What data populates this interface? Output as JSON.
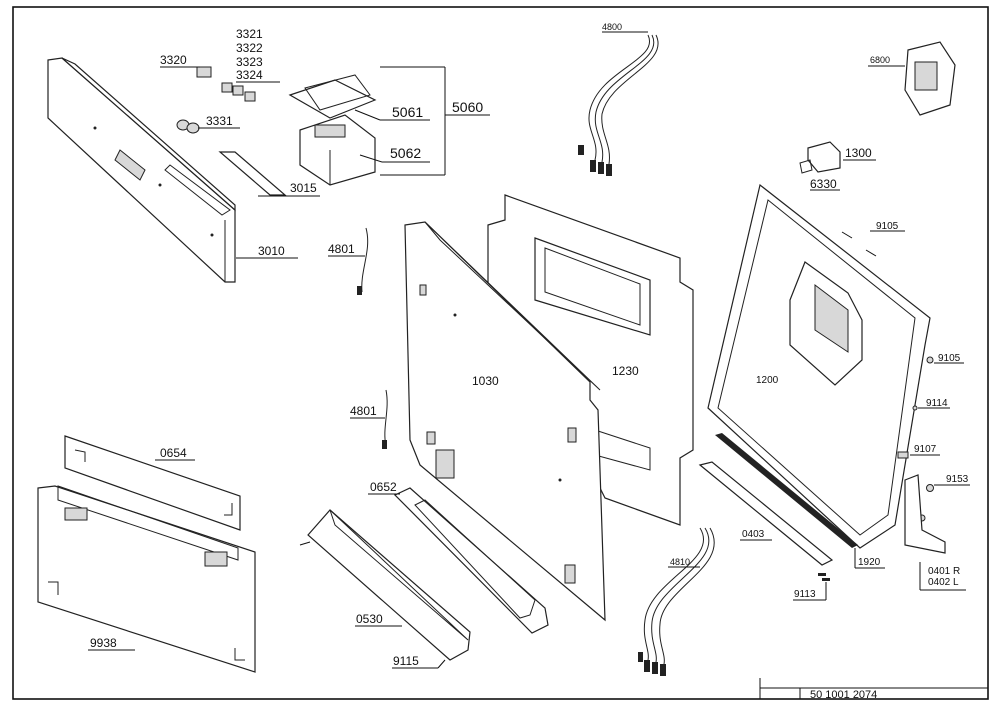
{
  "labels": {
    "p3320": "3320",
    "p3321": "3321",
    "p3322": "3322",
    "p3323": "3323",
    "p3324": "3324",
    "p3331": "3331",
    "p5060": "5060",
    "p5061": "5061",
    "p5062": "5062",
    "p3015": "3015",
    "p3010": "3010",
    "p4800": "4800",
    "p6800": "6800",
    "p1300": "1300",
    "p6330": "6330",
    "p9105a": "9105",
    "p9105b": "9105",
    "p4801a": "4801",
    "p4801b": "4801",
    "p1030": "1030",
    "p1230": "1230",
    "p1200": "1200",
    "p9114": "9114",
    "p9107": "9107",
    "p9153": "9153",
    "p0654": "0654",
    "p0652": "0652",
    "p0403": "0403",
    "p4810": "4810",
    "p9113": "9113",
    "p1920": "1920",
    "p0401": "0401 R",
    "p0402": "0402 L",
    "p9938": "9938",
    "p0530": "0530",
    "p9115": "9115",
    "footer_code": "50 1001 2074"
  }
}
